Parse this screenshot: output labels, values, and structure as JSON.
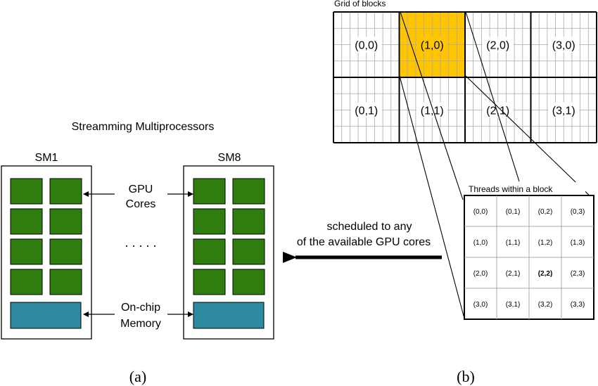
{
  "left": {
    "title": "Streamming Multiprocessors",
    "sm_labels": [
      "SM1",
      "SM8"
    ],
    "dots": ". . . . .",
    "gpu_cores_label": [
      "GPU",
      "Cores"
    ],
    "memory_label": [
      "On-chip",
      "Memory"
    ],
    "caption": "(a)"
  },
  "right": {
    "grid_title": "Grid of blocks",
    "blocks": [
      {
        "label": "(0,0)",
        "highlighted": false
      },
      {
        "label": "(1,0)",
        "highlighted": true
      },
      {
        "label": "(2,0)",
        "highlighted": false
      },
      {
        "label": "(3,0)",
        "highlighted": false
      },
      {
        "label": "(0,1)",
        "highlighted": false
      },
      {
        "label": "(1,1)",
        "highlighted": false
      },
      {
        "label": "(2,1)",
        "highlighted": false
      },
      {
        "label": "(3,1)",
        "highlighted": false
      }
    ],
    "threads_title": "Threads within a block",
    "threads": [
      [
        "(0,0)",
        "(0,1)",
        "(0,2)",
        "(0,3)"
      ],
      [
        "(1,0)",
        "(1,1)",
        "(1,2)",
        "(1,3)"
      ],
      [
        "(2,0)",
        "(2,1)",
        "(2,2)",
        "(2,3)"
      ],
      [
        "(3,0)",
        "(3,1)",
        "(3,2)",
        "(3,3)"
      ]
    ],
    "bold_thread": "(2,2)",
    "caption": "(b)"
  },
  "arrow_label": [
    "scheduled to any",
    "of the available GPU cores"
  ],
  "colors": {
    "core": "#2e7d0e",
    "memory": "#2e8aa0",
    "highlight": "#ffc600",
    "fine_grid": "#aaaaaa",
    "line": "#000000"
  }
}
